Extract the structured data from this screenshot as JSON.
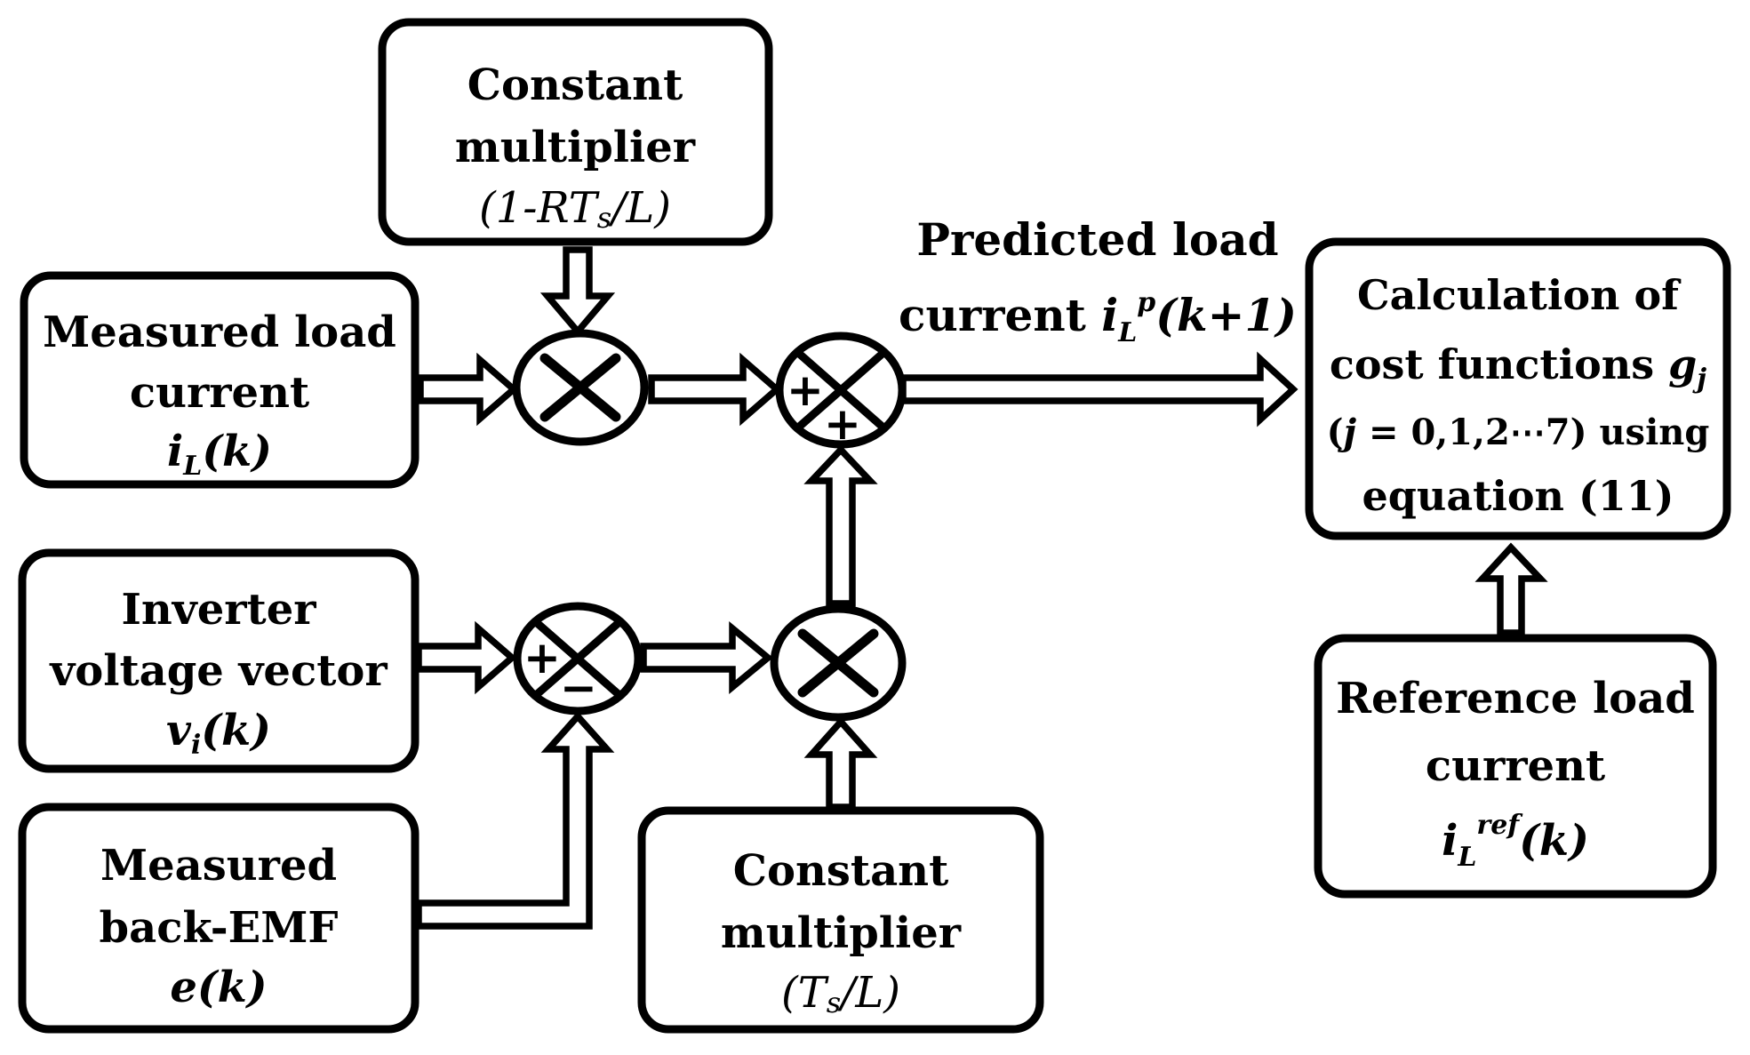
{
  "colors": {
    "ink": "#000000",
    "paper": "#ffffff"
  },
  "boxes": {
    "const_mult_top": {
      "l1": "Constant",
      "l2": "multiplier",
      "f_pre": "(1-RT",
      "f_sub": "s",
      "f_post": "/L)"
    },
    "measured_load": {
      "l1": "Measured load",
      "l2": "current",
      "m_base": "i",
      "m_sub": "L",
      "m_post": "(k)"
    },
    "inverter": {
      "l1": "Inverter",
      "l2": "voltage vector",
      "m_base": "v",
      "m_sub": "i",
      "m_post": "(k)"
    },
    "back_emf": {
      "l1": "Measured",
      "l2": "back-EMF",
      "m": "e(k)"
    },
    "const_mult_bottom": {
      "l1": "Constant",
      "l2": "multiplier",
      "f_pre": "(T",
      "f_sub": "s",
      "f_post": "/L)"
    },
    "calculation": {
      "l1": "Calculation of",
      "l2_pre": "cost functions ",
      "l2_base": "g",
      "l2_sub": "j",
      "l3_p1": "(",
      "l3_it": "j",
      "l3_p2": " = 0,1,2⋯7) using",
      "l4": "equation (11)"
    },
    "reference": {
      "l1": "Reference load",
      "l2": "current",
      "m_base": "i",
      "m_sub": "L",
      "m_sup": "ref",
      "m_post": "(k)"
    }
  },
  "labels": {
    "predicted": {
      "l1": "Predicted load",
      "l2_pre": "current ",
      "m_base": "i",
      "m_sub": "L",
      "m_sup": "p",
      "m_post": "(k+1)"
    }
  },
  "operators": {
    "sum1_left": "+",
    "sum1_bottom": "+",
    "sum2_left": "+",
    "sum2_bottom": "−"
  }
}
